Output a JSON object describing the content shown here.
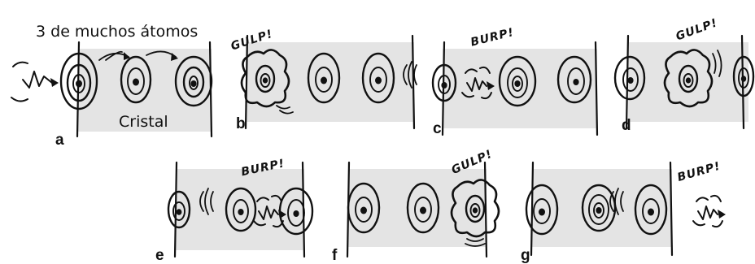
{
  "title": "3 de muchos átomos",
  "crystal_label": "Cristal",
  "panels": [
    {
      "letter": "a",
      "sfx": ""
    },
    {
      "letter": "b",
      "sfx": "GULP!"
    },
    {
      "letter": "c",
      "sfx": "BURP!"
    },
    {
      "letter": "d",
      "sfx": "GULP!"
    },
    {
      "letter": "e",
      "sfx": "BURP!"
    },
    {
      "letter": "f",
      "sfx": "GULP!"
    },
    {
      "letter": "g",
      "sfx": "BURP!"
    }
  ]
}
